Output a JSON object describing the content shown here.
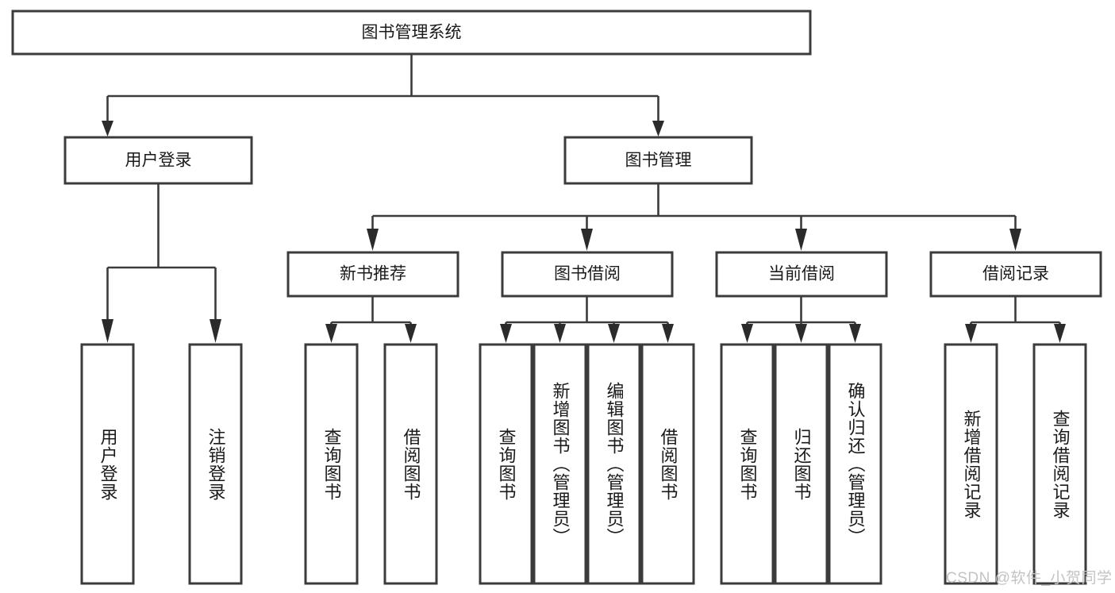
{
  "diagram": {
    "type": "tree",
    "title": "图书管理系统",
    "watermark": "CSDN @软件_小贺同学",
    "colors": {
      "box_stroke": "#3b3b3b",
      "box_fill": "#ffffff",
      "connector": "#3b3b3b",
      "text": "#1a1a1a",
      "watermark": "#c3c3c3",
      "background": "#ffffff"
    },
    "root": {
      "label": "图书管理系统",
      "level": 0
    },
    "level1": [
      {
        "label": "用户登录"
      },
      {
        "label": "图书管理"
      }
    ],
    "level2": [
      {
        "label": "新书推荐"
      },
      {
        "label": "图书借阅"
      },
      {
        "label": "当前借阅"
      },
      {
        "label": "借阅记录"
      }
    ],
    "leaves": {
      "user_login": [
        {
          "label": "用户登录"
        },
        {
          "label": "注销登录"
        }
      ],
      "new_book_recommend": [
        {
          "label": "查询图书"
        },
        {
          "label": "借阅图书"
        }
      ],
      "book_borrow": [
        {
          "label": "查询图书"
        },
        {
          "label": "新增图书（管理员）"
        },
        {
          "label": "编辑图书（管理员）"
        },
        {
          "label": "借阅图书"
        }
      ],
      "current_borrow": [
        {
          "label": "查询图书"
        },
        {
          "label": "归还图书"
        },
        {
          "label": "确认归还（管理员）"
        }
      ],
      "borrow_record": [
        {
          "label": "新增借阅记录"
        },
        {
          "label": "查询借阅记录"
        }
      ]
    }
  }
}
